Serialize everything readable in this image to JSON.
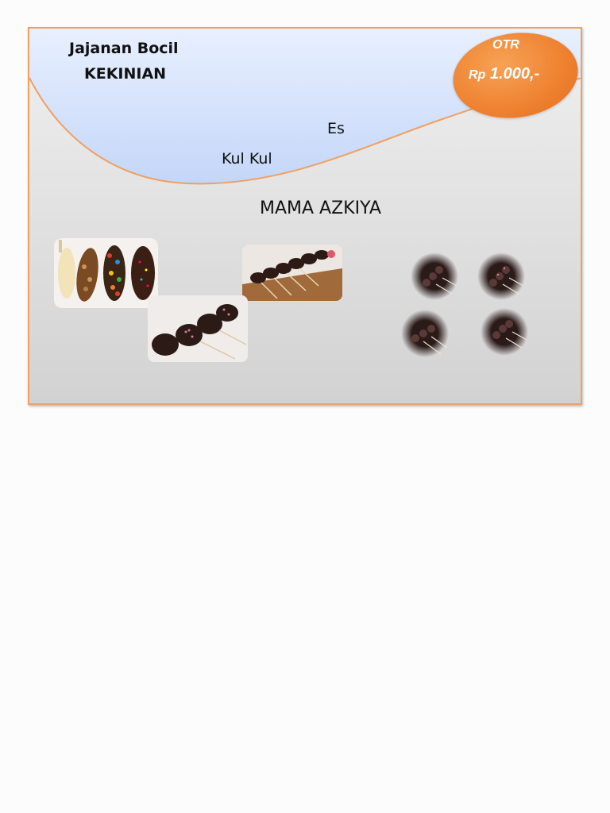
{
  "flyer": {
    "title_line1": "Jajanan Bocil",
    "title_line2": "KEKINIAN",
    "product_word1": "Es",
    "product_word2": "Kul Kul",
    "seller": "MAMA AZKIYA",
    "badge": {
      "label": "OTR",
      "currency": "Rp",
      "price": "1.000,-"
    },
    "colors": {
      "accent": "#ee8130",
      "header_blue": "#dbe8ff",
      "background": "#e0e0e0"
    }
  }
}
